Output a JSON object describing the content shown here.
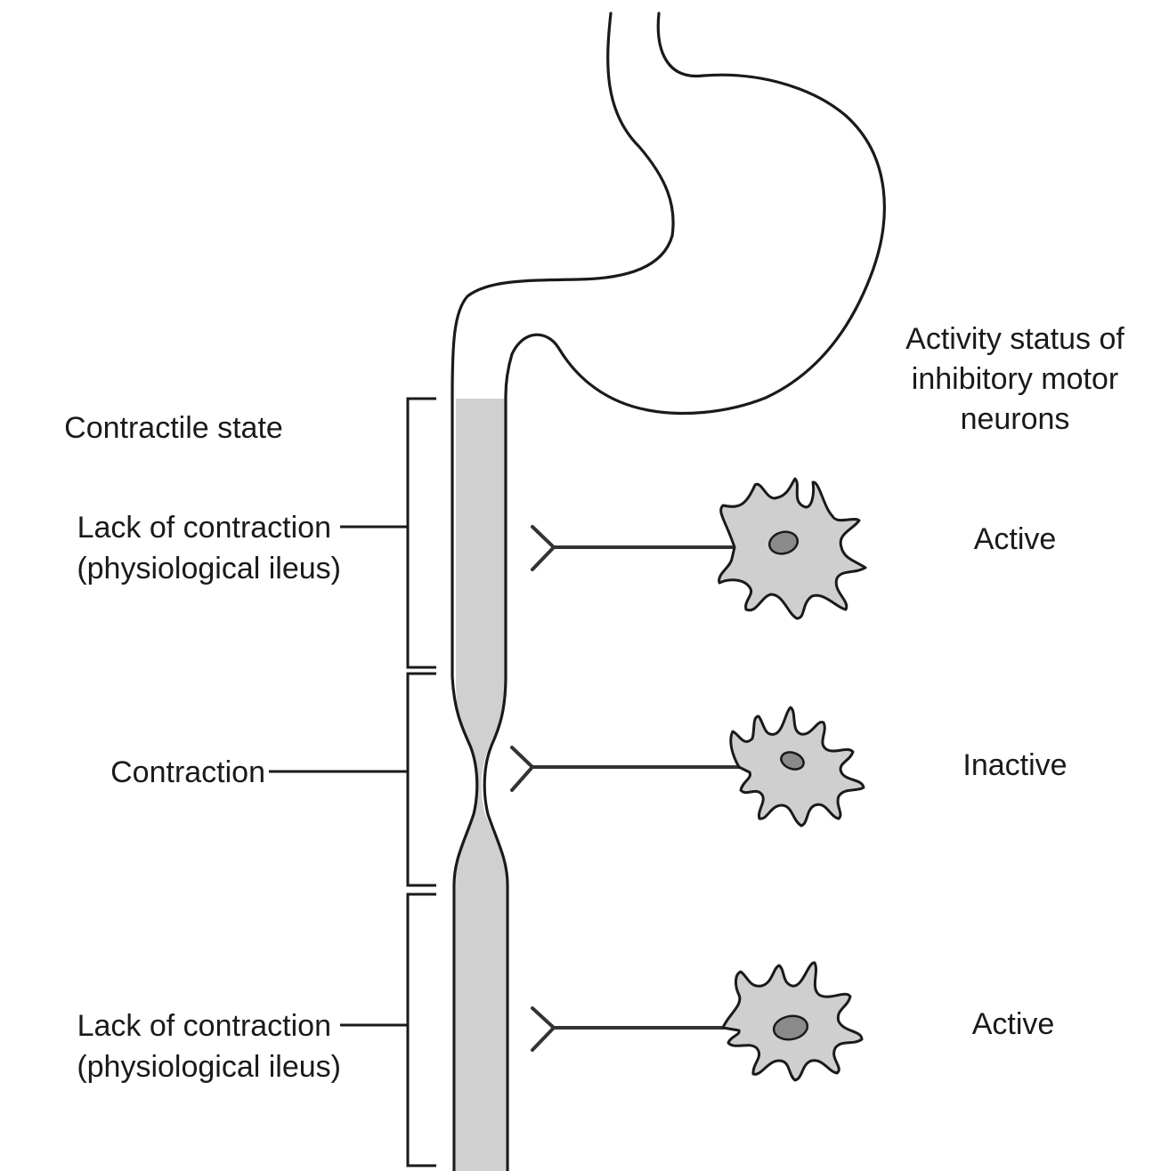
{
  "left_header": "Contractile state",
  "right_header": [
    "Activity status of",
    "inhibitory motor",
    "neurons"
  ],
  "segments": [
    {
      "contractile_state": [
        "Lack of contraction",
        "(physiological ileus)"
      ],
      "neuron_status": "Active"
    },
    {
      "contractile_state": [
        "Contraction"
      ],
      "neuron_status": "Inactive"
    },
    {
      "contractile_state": [
        "Lack of contraction",
        "(physiological ileus)"
      ],
      "neuron_status": "Active"
    }
  ],
  "colors": {
    "lumen_fill": "#d0d0d0",
    "soma_fill": "#cfcfcf",
    "nucleus_fill": "#8a8a8a",
    "ink": "#1a1a1a"
  }
}
